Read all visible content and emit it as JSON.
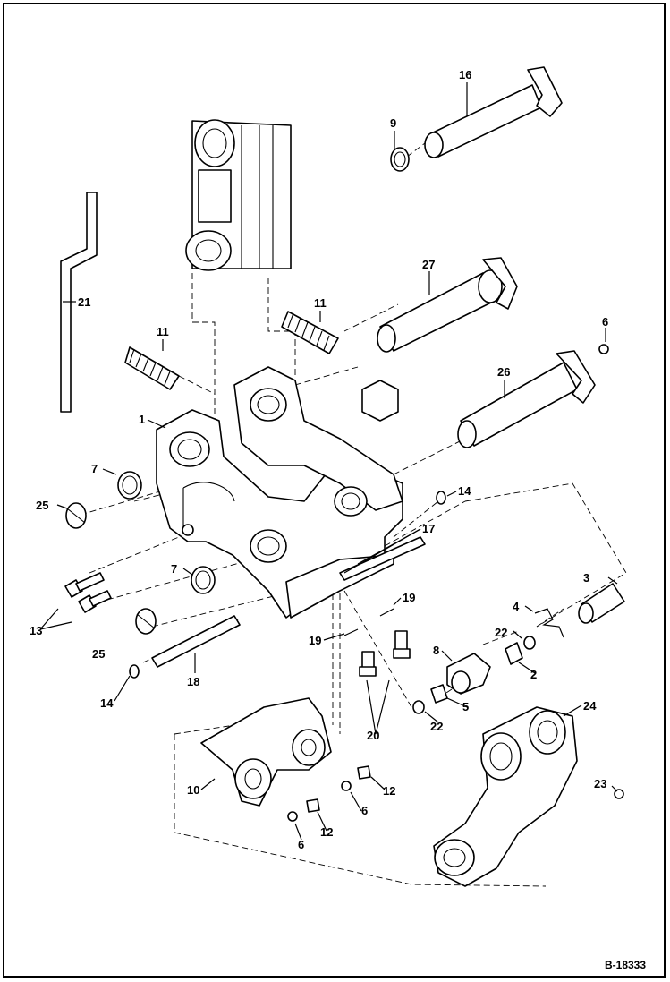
{
  "diagram": {
    "reference_id": "B-18333",
    "callouts": [
      {
        "id": "c1",
        "label": "1"
      },
      {
        "id": "c2",
        "label": "2"
      },
      {
        "id": "c3",
        "label": "3"
      },
      {
        "id": "c4",
        "label": "4"
      },
      {
        "id": "c5",
        "label": "5"
      },
      {
        "id": "c6a",
        "label": "6"
      },
      {
        "id": "c6b",
        "label": "6"
      },
      {
        "id": "c6c",
        "label": "6"
      },
      {
        "id": "c7a",
        "label": "7"
      },
      {
        "id": "c7b",
        "label": "7"
      },
      {
        "id": "c8",
        "label": "8"
      },
      {
        "id": "c9",
        "label": "9"
      },
      {
        "id": "c10",
        "label": "10"
      },
      {
        "id": "c11a",
        "label": "11"
      },
      {
        "id": "c11b",
        "label": "11"
      },
      {
        "id": "c12a",
        "label": "12"
      },
      {
        "id": "c12b",
        "label": "12"
      },
      {
        "id": "c13",
        "label": "13"
      },
      {
        "id": "c14a",
        "label": "14"
      },
      {
        "id": "c14b",
        "label": "14"
      },
      {
        "id": "c16",
        "label": "16"
      },
      {
        "id": "c17",
        "label": "17"
      },
      {
        "id": "c18",
        "label": "18"
      },
      {
        "id": "c19a",
        "label": "19"
      },
      {
        "id": "c19b",
        "label": "19"
      },
      {
        "id": "c20",
        "label": "20"
      },
      {
        "id": "c21",
        "label": "21"
      },
      {
        "id": "c22a",
        "label": "22"
      },
      {
        "id": "c22b",
        "label": "22"
      },
      {
        "id": "c23",
        "label": "23"
      },
      {
        "id": "c24",
        "label": "24"
      },
      {
        "id": "c25a",
        "label": "25"
      },
      {
        "id": "c25b",
        "label": "25"
      },
      {
        "id": "c26",
        "label": "26"
      },
      {
        "id": "c27",
        "label": "27"
      }
    ]
  }
}
